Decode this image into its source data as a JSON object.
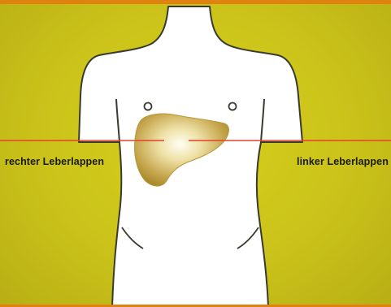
{
  "labels": {
    "right_lobe": "rechter Leberlappen",
    "left_lobe": "linker Leberlappen"
  },
  "colors": {
    "background": "#cbc31a",
    "top_band": "#e0820f",
    "body_fill": "#ffffff",
    "outline": "#3a3a30",
    "liver_dark": "#a88a2a",
    "liver_light": "#fffef2",
    "marker_line": "#e8402a"
  },
  "icons": {
    "torso": "human-torso-outline",
    "liver": "liver-organ"
  }
}
